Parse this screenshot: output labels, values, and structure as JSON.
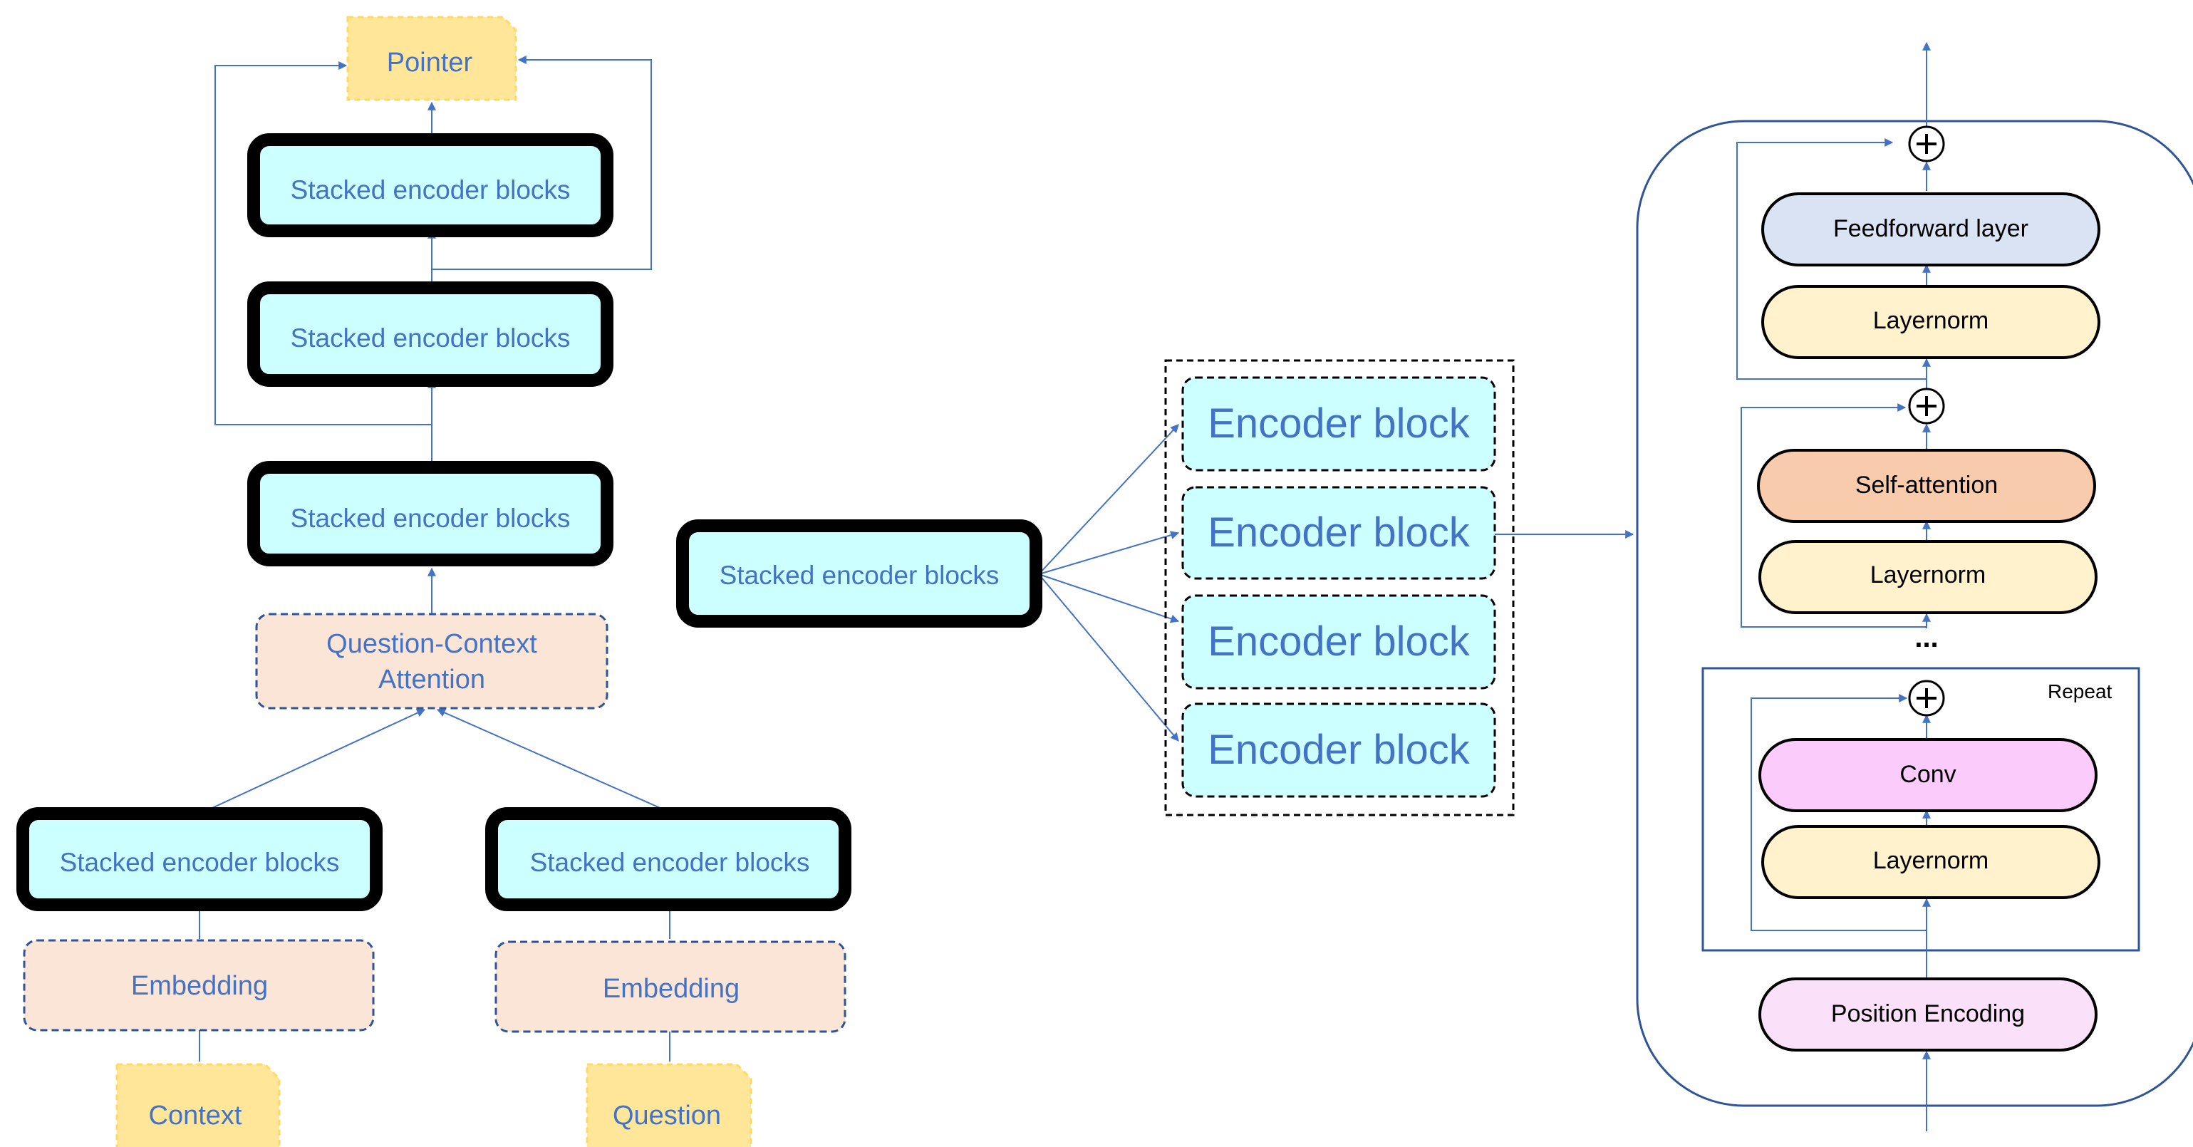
{
  "left_panel": {
    "pointer": "Pointer",
    "stacked_top": "Stacked encoder blocks",
    "stacked_mid": "Stacked encoder blocks",
    "stacked_low": "Stacked encoder blocks",
    "qc_attention_line1": "Question-Context",
    "qc_attention_line2": "Attention",
    "stacked_context": "Stacked encoder blocks",
    "stacked_question": "Stacked encoder blocks",
    "embedding_context": "Embedding",
    "embedding_question": "Embedding",
    "input_context": "Context",
    "input_question": "Question"
  },
  "middle_panel": {
    "stacked": "Stacked encoder blocks",
    "encoder_blocks": [
      "Encoder block",
      "Encoder block",
      "Encoder block",
      "Encoder block"
    ]
  },
  "right_panel": {
    "feedforward": "Feedforward layer",
    "layernorm_top": "Layernorm",
    "self_attention": "Self-attention",
    "layernorm_mid": "Layernorm",
    "ellipsis": "...",
    "repeat_label": "Repeat",
    "conv": "Conv",
    "layernorm_low": "Layernorm",
    "position_encoding": "Position Encoding"
  },
  "colors": {
    "line_blue": "#4472C4",
    "cyan_fill": "#CCFFFF",
    "peach_fill": "#FBE5D6",
    "yellow_fill": "#FFE699",
    "yellow_border": "#FFD966",
    "cream_fill": "#FFF2CC",
    "lavender_fill": "#DAE3F3",
    "salmon_fill": "#F8CBAD",
    "magenta_fill": "#FBCBFB",
    "pink_fill": "#FBE0FA",
    "container_border": "#2F5597"
  }
}
